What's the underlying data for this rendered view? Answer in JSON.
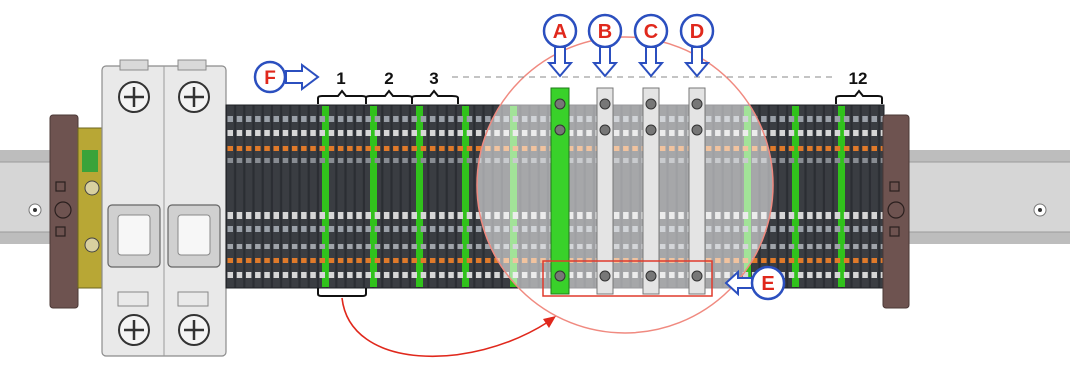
{
  "callouts": {
    "A": "A",
    "B": "B",
    "C": "C",
    "D": "D",
    "E": "E",
    "F": "F"
  },
  "group_labels": {
    "g1": "1",
    "g2": "2",
    "g3": "3",
    "g12": "12"
  },
  "colors": {
    "callout_letter": "#e0281c",
    "callout_outline": "#2b4fbf",
    "magnifier_circle": "#f08a80",
    "bridge_green": "#39d12a",
    "bridge_grey": "#e4e4e4",
    "terminal_dark": "#2e3136",
    "terminal_green": "#31c21c",
    "end_stop": "#6e5350",
    "rail": "#c9c9c9"
  },
  "icons": {
    "callout_arrow": "down-arrow-icon",
    "side_arrow": "left-arrow-icon",
    "screw": "screw-icon"
  }
}
